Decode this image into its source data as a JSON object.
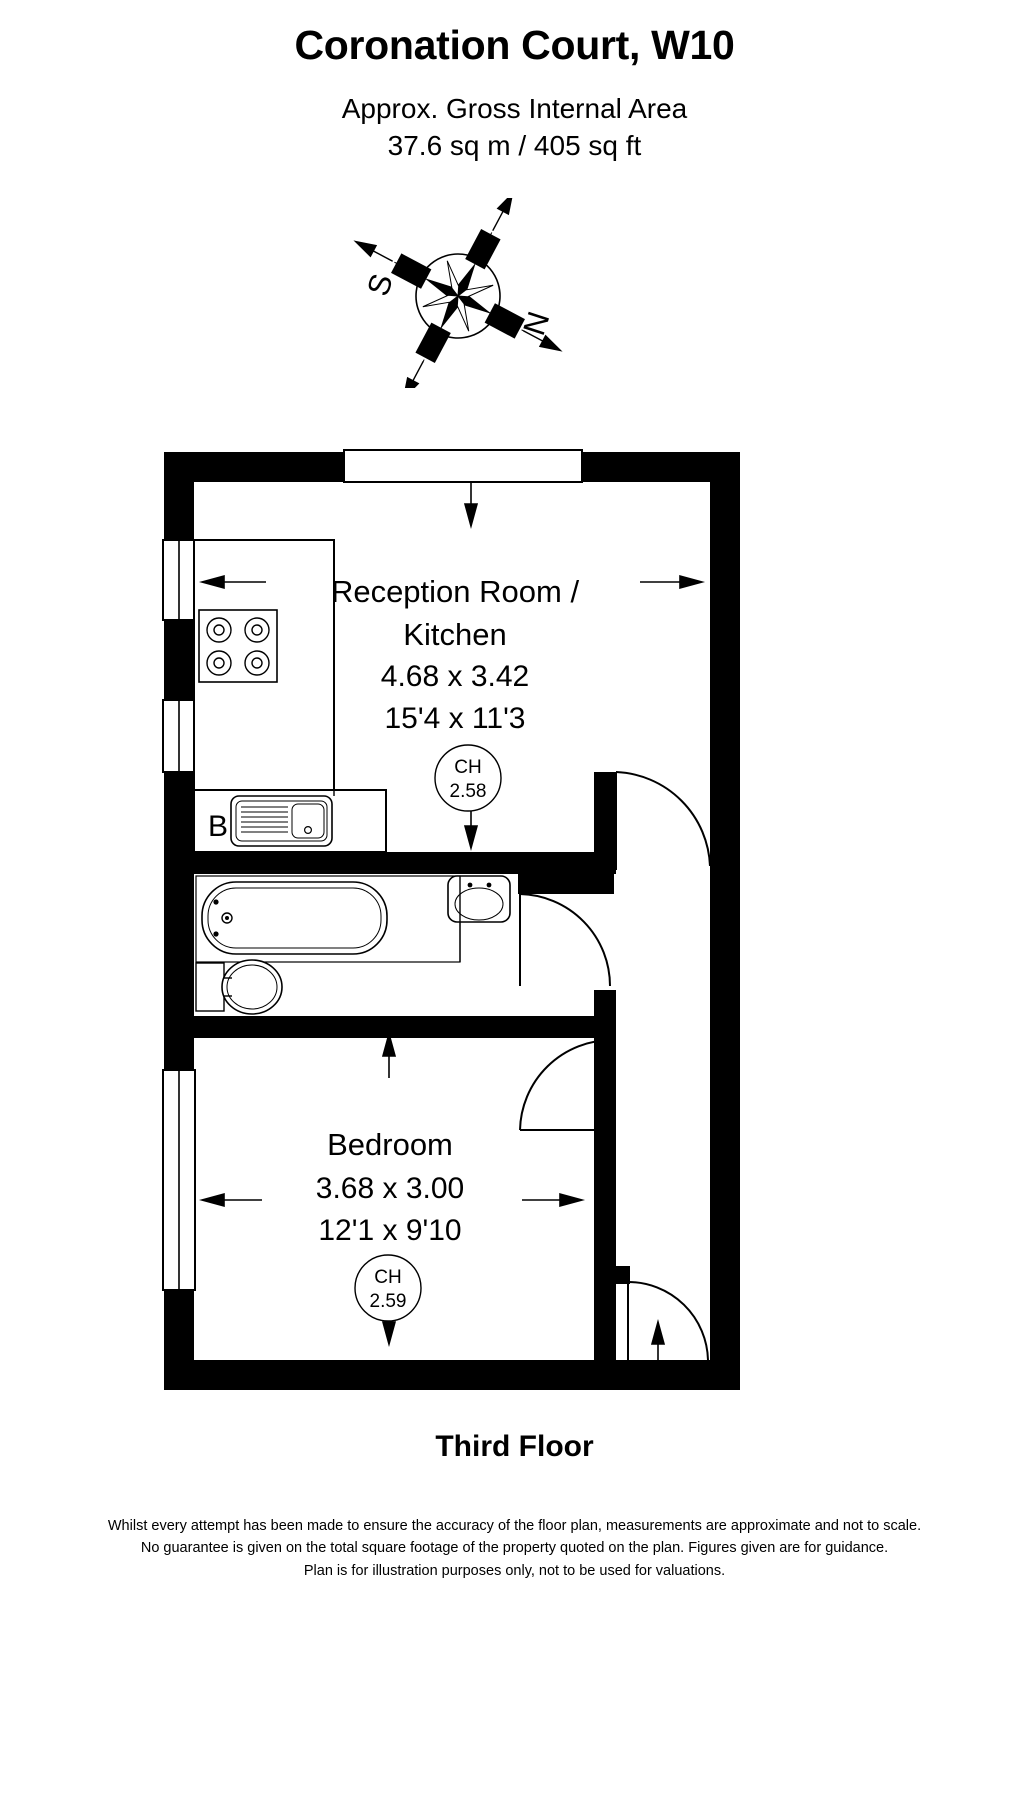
{
  "header": {
    "title": "Coronation Court, W10",
    "area_label": "Approx. Gross Internal Area",
    "area_value": "37.6 sq m / 405 sq ft"
  },
  "compass": {
    "label_left": "S",
    "label_right": "N"
  },
  "plan": {
    "floor_label": "Third Floor",
    "rooms": [
      {
        "id": "reception",
        "name_line1": "Reception Room /",
        "name_line2": "Kitchen",
        "metric": "4.68 x 3.42",
        "imperial": "15'4 x 11'3",
        "ceiling_label": "CH",
        "ceiling_value": "2.58"
      },
      {
        "id": "bedroom",
        "name_line1": "Bedroom",
        "name_line2": "",
        "metric": "3.68 x 3.00",
        "imperial": "12'1 x 9'10",
        "ceiling_label": "CH",
        "ceiling_value": "2.59"
      }
    ],
    "annotations": {
      "boiler_label": "B"
    }
  },
  "footer": {
    "line1": "Whilst every attempt has been made to ensure the accuracy of the floor plan, measurements are approximate and not to scale.",
    "line2": "No guarantee is given on the total square footage of the property quoted on the plan. Figures given are for guidance.",
    "line3": "Plan is for illustration purposes only, not to be used for valuations."
  },
  "colors": {
    "ink": "#000000",
    "paper": "#ffffff"
  }
}
